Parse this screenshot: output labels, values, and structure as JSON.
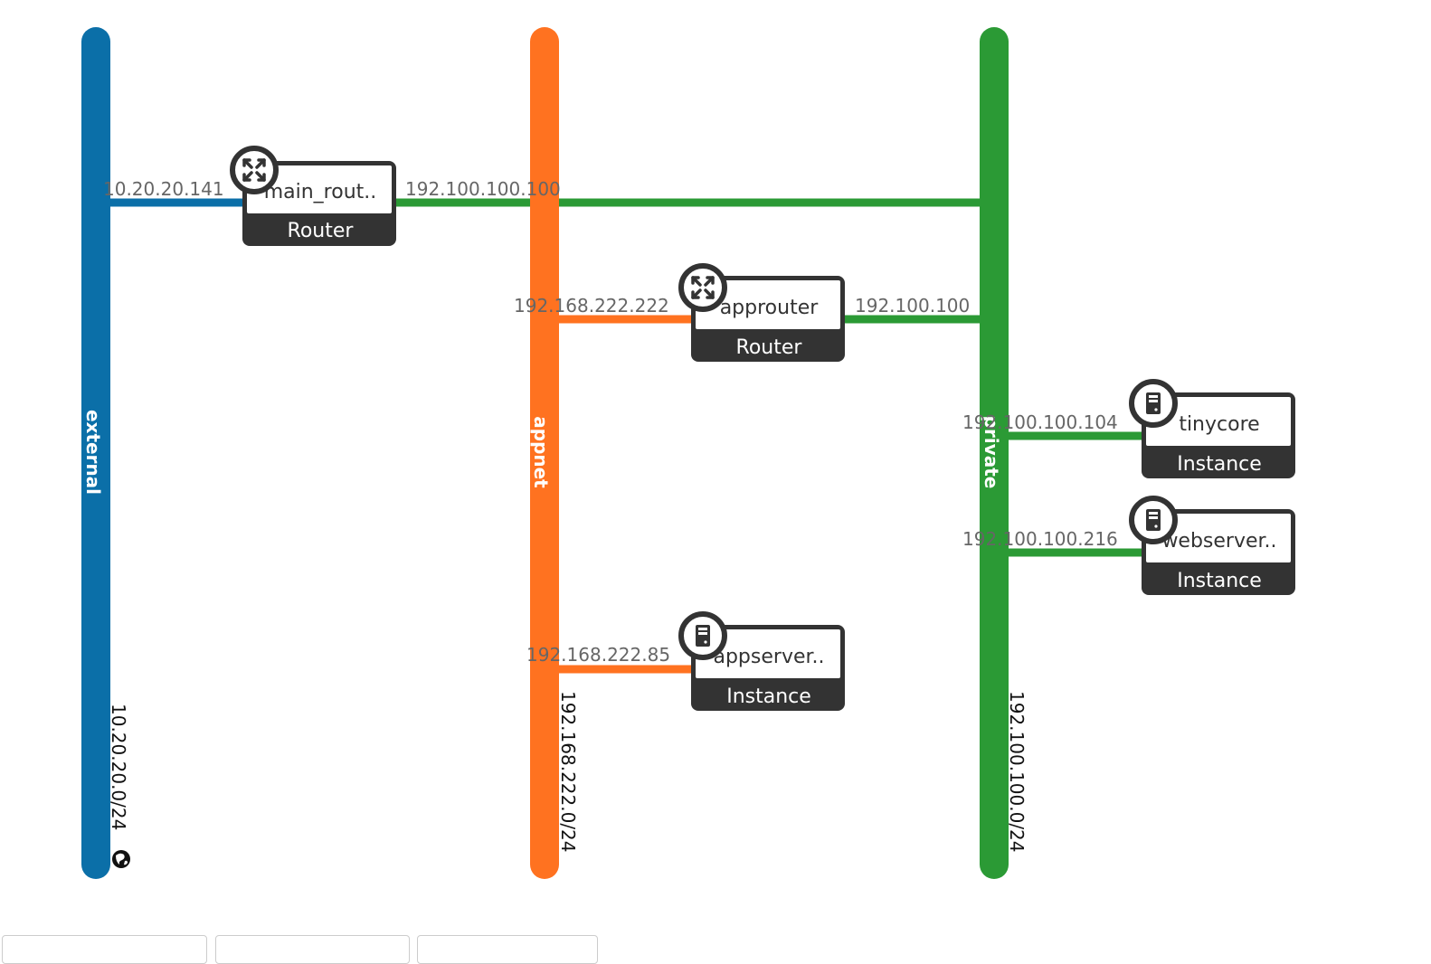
{
  "colors": {
    "external": "#0b6fa8",
    "appnet": "#ff7220",
    "private": "#2b9a35",
    "node_dark": "#333333"
  },
  "networks": {
    "external": {
      "name": "external",
      "cidr": "10.20.20.0/24",
      "icon": "globe-icon"
    },
    "appnet": {
      "name": "appnet",
      "cidr": "192.168.222.0/24"
    },
    "private": {
      "name": "private",
      "cidr": "192.100.100.0/24"
    }
  },
  "nodes": {
    "main_router": {
      "name": "main_rout..",
      "type": "Router",
      "icon": "router-icon",
      "ips": {
        "external": "10.20.20.141",
        "private": "192.100.100.100"
      }
    },
    "approuter": {
      "name": "approuter",
      "type": "Router",
      "icon": "router-icon",
      "ips": {
        "appnet": "192.168.222.222",
        "private": "192.100.100"
      }
    },
    "tinycore": {
      "name": "tinycore",
      "type": "Instance",
      "icon": "server-icon",
      "ips": {
        "private": "192.100.100.104"
      }
    },
    "webserver": {
      "name": "webserver..",
      "type": "Instance",
      "icon": "server-icon",
      "ips": {
        "private": "192.100.100.216"
      }
    },
    "appserver": {
      "name": "appserver..",
      "type": "Instance",
      "icon": "server-icon",
      "ips": {
        "appnet": "192.168.222.85"
      }
    }
  }
}
